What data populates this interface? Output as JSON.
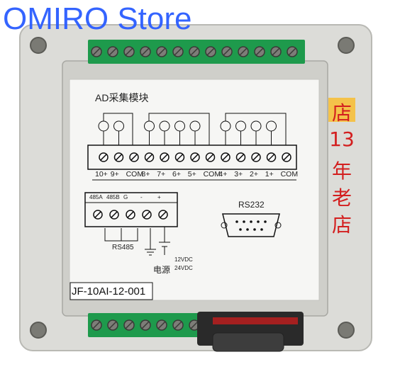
{
  "watermark": {
    "text": "OMIRO Store",
    "color": "#2a5cff"
  },
  "panel": {
    "title": "AD采集模块",
    "terminal_labels": [
      "10+",
      "9+",
      "COM",
      "8+",
      "7+",
      "6+",
      "5+",
      "COM",
      "4+",
      "3+",
      "2+",
      "1+",
      "COM"
    ],
    "comm_labels": [
      "485A",
      "485B",
      "G",
      "-",
      "+"
    ],
    "rs232_label": "RS232",
    "rs485_label": "RS485",
    "power_label": "电源",
    "power_voltages": [
      "12VDC",
      "24VDC"
    ],
    "model": "JF-10AI-12-001"
  },
  "side_badge": {
    "chars": [
      "店",
      "13",
      "年",
      "老",
      "店"
    ],
    "color": "#d31f1f",
    "highlight_color": "#f4c24a"
  },
  "colors": {
    "enclosure": "#dcdcd8",
    "terminal_green": "#1e9a4c",
    "panel": "#f6f6f4"
  }
}
